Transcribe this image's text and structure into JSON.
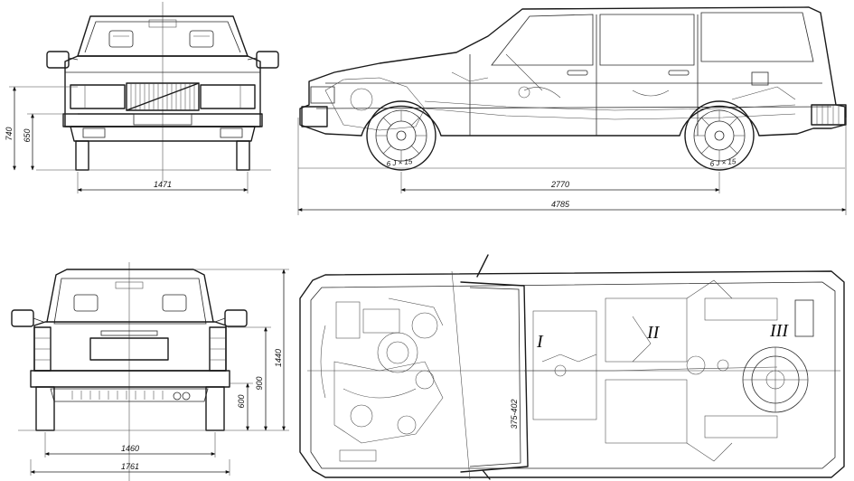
{
  "dimensions": {
    "front_track": "1471",
    "front_height": "740",
    "front_hood_height": "650",
    "wheelbase": "2770",
    "overall_length": "4785",
    "rear_track": "1460",
    "overall_width": "1761",
    "rear_height_600": "600",
    "rear_height_900": "900",
    "rear_height_1440": "1440",
    "cargo_dim": "375-402"
  },
  "tire_labels": {
    "front": "6 J × 15",
    "rear": "6 J × 15"
  },
  "region_labels": [
    "I",
    "II",
    "III"
  ],
  "colors": {
    "ink": "#1a1a1a",
    "paper": "#ffffff"
  }
}
